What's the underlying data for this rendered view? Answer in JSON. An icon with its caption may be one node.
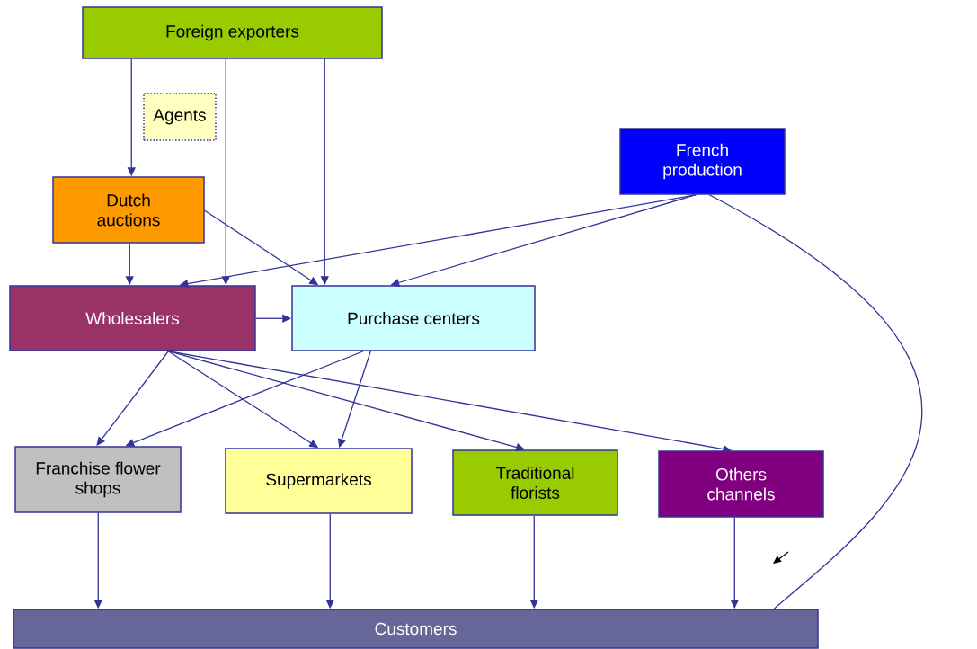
{
  "diagram": {
    "nodes": [
      {
        "text": [
          "Foreign exporters"
        ]
      },
      {
        "text": [
          "Agents"
        ]
      },
      {
        "text": [
          "French production"
        ]
      },
      {
        "text": [
          "Dutch auctions"
        ]
      },
      {
        "text": [
          "Wholesalers"
        ]
      },
      {
        "text": [
          "Purchase centers"
        ]
      },
      {
        "text": [
          "Franchise flower shops"
        ]
      },
      {
        "text": [
          "Supermarkets"
        ]
      },
      {
        "text": [
          "Traditional florists"
        ]
      },
      {
        "text": [
          "Others channels"
        ]
      },
      {
        "text": [
          "Customers"
        ]
      }
    ],
    "edges": [
      {
        "from": 0,
        "to": 3,
        "arrow": "to"
      },
      {
        "from": 0,
        "to": 4,
        "arrow": "to"
      },
      {
        "from": 0,
        "to": 5,
        "arrow": "to"
      },
      {
        "from": 3,
        "to": 4,
        "arrow": "to"
      },
      {
        "from": 3,
        "to": 5,
        "arrow": "to"
      },
      {
        "from": 2,
        "to": 4,
        "arrow": "to"
      },
      {
        "from": 2,
        "to": 5,
        "arrow": "to"
      },
      {
        "from": 2,
        "to": 10,
        "arrow": "none"
      },
      {
        "from": 4,
        "to": 5,
        "arrow": "to"
      },
      {
        "from": 4,
        "to": 6,
        "arrow": "to"
      },
      {
        "from": 4,
        "to": 7,
        "arrow": "to"
      },
      {
        "from": 4,
        "to": 8,
        "arrow": "to"
      },
      {
        "from": 4,
        "to": 9,
        "arrow": "to"
      },
      {
        "from": 5,
        "to": 6,
        "arrow": "to"
      },
      {
        "from": 5,
        "to": 7,
        "arrow": "to"
      },
      {
        "from": 6,
        "to": 10,
        "arrow": "to"
      },
      {
        "from": 7,
        "to": 10,
        "arrow": "to"
      },
      {
        "from": 8,
        "to": 10,
        "arrow": "to"
      },
      {
        "from": 9,
        "to": 10,
        "arrow": "to"
      }
    ]
  }
}
